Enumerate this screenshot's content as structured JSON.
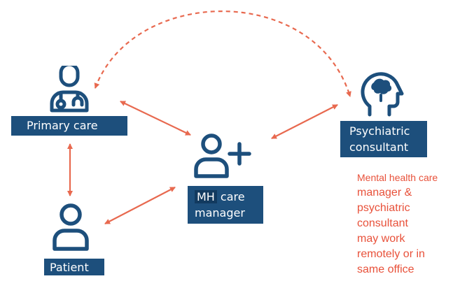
{
  "nodes": {
    "primary_care": {
      "label": "Primary care",
      "icon": "doctor-icon"
    },
    "patient": {
      "label": "Patient",
      "icon": "person-icon"
    },
    "mh_care_manager": {
      "label_abbr": "MH",
      "label_line1_rest": " care",
      "label_line2": "manager",
      "icon": "add-person-icon"
    },
    "psychiatric_consultant": {
      "label_line1": "Psychiatric",
      "label_line2": "consultant",
      "icon": "head-brain-icon"
    }
  },
  "note": {
    "lines": [
      "Mental health care",
      "manager &",
      "psychiatric",
      "consultant",
      "may work",
      "remotely or in",
      "same office"
    ]
  },
  "colors": {
    "navy": "#1d4f7c",
    "arrow": "#e8694f",
    "note_text": "#e8513a"
  }
}
